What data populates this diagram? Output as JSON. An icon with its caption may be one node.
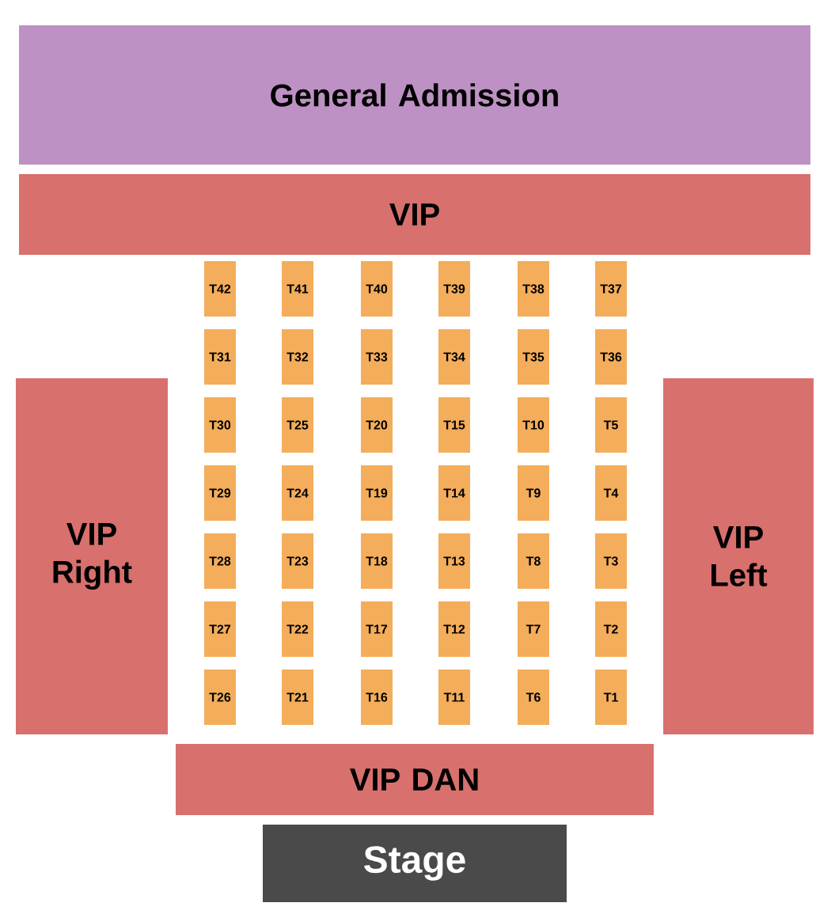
{
  "diagram": {
    "nodes": [
      {
        "text": [
          "General Admission"
        ]
      },
      {
        "text": [
          "VIP"
        ]
      },
      {
        "text": [
          "VIP Right"
        ]
      },
      {
        "text": [
          "T42"
        ]
      },
      {
        "text": [
          "T41"
        ]
      },
      {
        "text": [
          "T40"
        ]
      },
      {
        "text": [
          "T39"
        ]
      },
      {
        "text": [
          "T38"
        ]
      },
      {
        "text": [
          "T37"
        ]
      },
      {
        "text": [
          "T31"
        ]
      },
      {
        "text": [
          "T32"
        ]
      },
      {
        "text": [
          "T33"
        ]
      },
      {
        "text": [
          "T34"
        ]
      },
      {
        "text": [
          "T35"
        ]
      },
      {
        "text": [
          "T36"
        ]
      },
      {
        "text": [
          "T30"
        ]
      },
      {
        "text": [
          "T25"
        ]
      },
      {
        "text": [
          "T20"
        ]
      },
      {
        "text": [
          "T15"
        ]
      },
      {
        "text": [
          "T10"
        ]
      },
      {
        "text": [
          "T5"
        ]
      },
      {
        "text": [
          "T29"
        ]
      },
      {
        "text": [
          "T24"
        ]
      },
      {
        "text": [
          "T19"
        ]
      },
      {
        "text": [
          "T14"
        ]
      },
      {
        "text": [
          "T9"
        ]
      },
      {
        "text": [
          "T4"
        ]
      },
      {
        "text": [
          "T28"
        ]
      },
      {
        "text": [
          "T23"
        ]
      },
      {
        "text": [
          "T18"
        ]
      },
      {
        "text": [
          "T13"
        ]
      },
      {
        "text": [
          "T8"
        ]
      },
      {
        "text": [
          "T3"
        ]
      },
      {
        "text": [
          "T27"
        ]
      },
      {
        "text": [
          "T22"
        ]
      },
      {
        "text": [
          "T17"
        ]
      },
      {
        "text": [
          "T12"
        ]
      },
      {
        "text": [
          "T7"
        ]
      },
      {
        "text": [
          "T2"
        ]
      },
      {
        "text": [
          "T26"
        ]
      },
      {
        "text": [
          "T21"
        ]
      },
      {
        "text": [
          "T16"
        ]
      },
      {
        "text": [
          "T11"
        ]
      },
      {
        "text": [
          "T6"
        ]
      },
      {
        "text": [
          "T1"
        ]
      },
      {
        "text": [
          "VIP Left"
        ]
      },
      {
        "text": [
          "VIP DAN"
        ]
      },
      {
        "text": [
          "Stage"
        ]
      }
    ]
  }
}
